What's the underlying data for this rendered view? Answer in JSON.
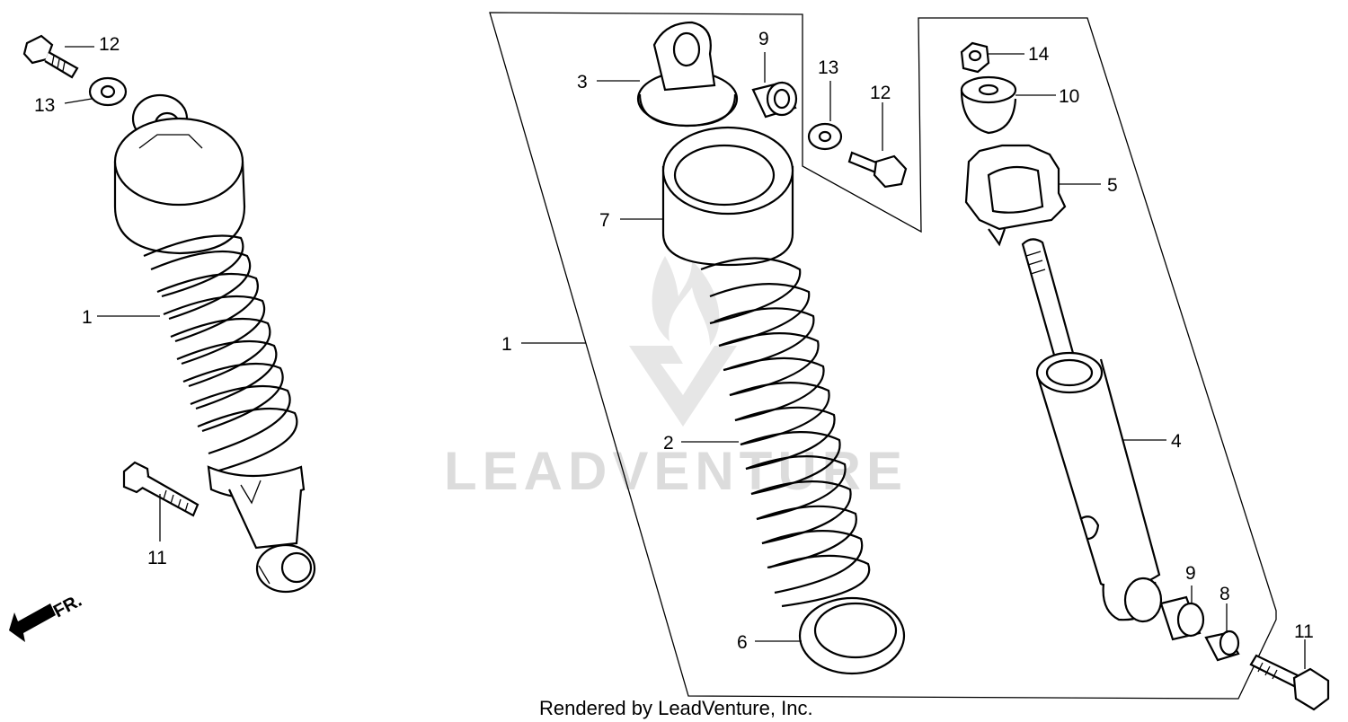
{
  "callouts_left": {
    "c12": "12",
    "c13": "13",
    "c1": "1",
    "c11": "11"
  },
  "front_marker": "FR.",
  "callouts_center": {
    "c3": "3",
    "c9": "9",
    "c7": "7",
    "c1": "1",
    "c2": "2",
    "c6": "6"
  },
  "callouts_hardware": {
    "c13": "13",
    "c12": "12"
  },
  "callouts_right": {
    "c14": "14",
    "c10": "10",
    "c5": "5",
    "c4": "4",
    "c9": "9",
    "c8": "8",
    "c11": "11"
  },
  "watermark": "LEADVENTURE",
  "footer": "Rendered by LeadVenture, Inc."
}
